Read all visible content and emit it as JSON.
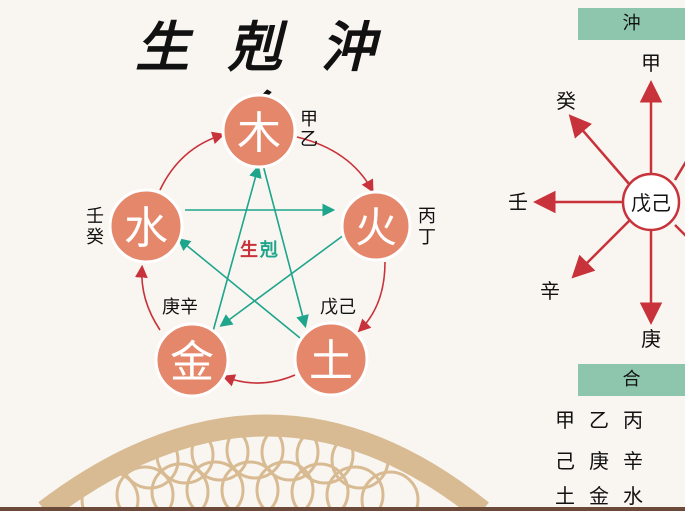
{
  "title": "生 剋 沖 合",
  "wuxing": {
    "wood": {
      "label": "木",
      "stems": "甲\n乙"
    },
    "fire": {
      "label": "火",
      "stems": "丙\n丁"
    },
    "earth": {
      "label": "土",
      "stems": "戊己"
    },
    "metal": {
      "label": "金",
      "stems": "庚辛"
    },
    "water": {
      "label": "水",
      "stems": "壬\n癸"
    },
    "center_sheng": "生",
    "center_ke": "剋"
  },
  "chong": {
    "header": "沖",
    "center": "戊己",
    "top": "甲",
    "upper_left": "癸",
    "left": "壬",
    "lower_left": "辛",
    "bottom": "庚"
  },
  "he": {
    "header": "合",
    "rows": [
      [
        "甲",
        "乙",
        "丙"
      ],
      [
        "己",
        "庚",
        "辛"
      ],
      [
        "土",
        "金",
        "水"
      ]
    ]
  },
  "colors": {
    "node": "#e5876a",
    "sheng_arrow": "#c8323a",
    "ke_arrow": "#1fa58c",
    "header_bg": "#8ec6ad",
    "ornament": "#d9bb93"
  }
}
